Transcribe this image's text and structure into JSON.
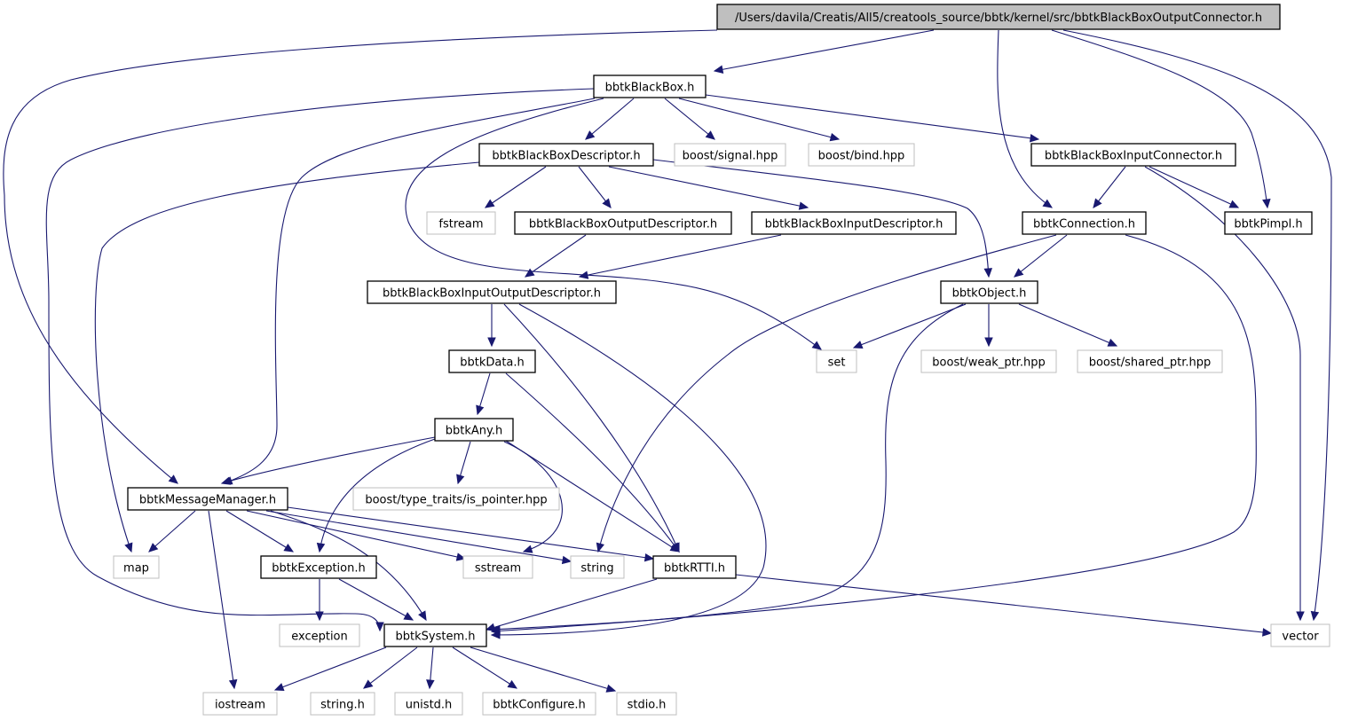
{
  "diagram": {
    "type": "include-dependency-graph",
    "colors": {
      "edge": "#191970",
      "root_fill": "#bfbfbf",
      "internal_border": "#000000",
      "external_border": "#bfbfbf"
    },
    "nodes": [
      {
        "id": "root",
        "label": "/Users/davila/Creatis/All5/creatools_source/bbtk/kernel/src/bbtkBlackBoxOutputConnector.h",
        "kind": "root"
      },
      {
        "id": "blackbox",
        "label": "bbtkBlackBox.h",
        "kind": "internal"
      },
      {
        "id": "bbdesc",
        "label": "bbtkBlackBoxDescriptor.h",
        "kind": "internal"
      },
      {
        "id": "signal",
        "label": "boost/signal.hpp",
        "kind": "external"
      },
      {
        "id": "bind",
        "label": "boost/bind.hpp",
        "kind": "external"
      },
      {
        "id": "inconn",
        "label": "bbtkBlackBoxInputConnector.h",
        "kind": "internal"
      },
      {
        "id": "fstream",
        "label": "fstream",
        "kind": "external"
      },
      {
        "id": "outdesc",
        "label": "bbtkBlackBoxOutputDescriptor.h",
        "kind": "internal"
      },
      {
        "id": "indesc",
        "label": "bbtkBlackBoxInputDescriptor.h",
        "kind": "internal"
      },
      {
        "id": "connection",
        "label": "bbtkConnection.h",
        "kind": "internal"
      },
      {
        "id": "pimpl",
        "label": "bbtkPimpl.h",
        "kind": "internal"
      },
      {
        "id": "iodesc",
        "label": "bbtkBlackBoxInputOutputDescriptor.h",
        "kind": "internal"
      },
      {
        "id": "object",
        "label": "bbtkObject.h",
        "kind": "internal"
      },
      {
        "id": "data",
        "label": "bbtkData.h",
        "kind": "internal"
      },
      {
        "id": "set",
        "label": "set",
        "kind": "external"
      },
      {
        "id": "weakptr",
        "label": "boost/weak_ptr.hpp",
        "kind": "external"
      },
      {
        "id": "sharedptr",
        "label": "boost/shared_ptr.hpp",
        "kind": "external"
      },
      {
        "id": "any",
        "label": "bbtkAny.h",
        "kind": "internal"
      },
      {
        "id": "msgmgr",
        "label": "bbtkMessageManager.h",
        "kind": "internal"
      },
      {
        "id": "typetraits",
        "label": "boost/type_traits/is_pointer.hpp",
        "kind": "external"
      },
      {
        "id": "map",
        "label": "map",
        "kind": "external"
      },
      {
        "id": "exception_h",
        "label": "bbtkException.h",
        "kind": "internal"
      },
      {
        "id": "sstream",
        "label": "sstream",
        "kind": "external"
      },
      {
        "id": "string",
        "label": "string",
        "kind": "external"
      },
      {
        "id": "rtti",
        "label": "bbtkRTTI.h",
        "kind": "internal"
      },
      {
        "id": "exception",
        "label": "exception",
        "kind": "external"
      },
      {
        "id": "system",
        "label": "bbtkSystem.h",
        "kind": "internal"
      },
      {
        "id": "vector",
        "label": "vector",
        "kind": "external"
      },
      {
        "id": "iostream",
        "label": "iostream",
        "kind": "external"
      },
      {
        "id": "stringh",
        "label": "string.h",
        "kind": "external"
      },
      {
        "id": "unistd",
        "label": "unistd.h",
        "kind": "external"
      },
      {
        "id": "configure",
        "label": "bbtkConfigure.h",
        "kind": "external"
      },
      {
        "id": "stdio",
        "label": "stdio.h",
        "kind": "external"
      }
    ],
    "edges": [
      [
        "root",
        "blackbox"
      ],
      [
        "root",
        "msgmgr"
      ],
      [
        "root",
        "connection"
      ],
      [
        "root",
        "pimpl"
      ],
      [
        "root",
        "vector"
      ],
      [
        "blackbox",
        "bbdesc"
      ],
      [
        "blackbox",
        "signal"
      ],
      [
        "blackbox",
        "bind"
      ],
      [
        "blackbox",
        "inconn"
      ],
      [
        "blackbox",
        "msgmgr"
      ],
      [
        "blackbox",
        "system"
      ],
      [
        "blackbox",
        "set"
      ],
      [
        "bbdesc",
        "fstream"
      ],
      [
        "bbdesc",
        "outdesc"
      ],
      [
        "bbdesc",
        "indesc"
      ],
      [
        "bbdesc",
        "object"
      ],
      [
        "bbdesc",
        "map"
      ],
      [
        "inconn",
        "connection"
      ],
      [
        "inconn",
        "pimpl"
      ],
      [
        "inconn",
        "vector"
      ],
      [
        "outdesc",
        "iodesc"
      ],
      [
        "indesc",
        "iodesc"
      ],
      [
        "connection",
        "object"
      ],
      [
        "connection",
        "string"
      ],
      [
        "connection",
        "system"
      ],
      [
        "iodesc",
        "data"
      ],
      [
        "iodesc",
        "rtti"
      ],
      [
        "iodesc",
        "system"
      ],
      [
        "object",
        "set"
      ],
      [
        "object",
        "weakptr"
      ],
      [
        "object",
        "sharedptr"
      ],
      [
        "object",
        "system"
      ],
      [
        "data",
        "any"
      ],
      [
        "data",
        "rtti"
      ],
      [
        "any",
        "msgmgr"
      ],
      [
        "any",
        "typetraits"
      ],
      [
        "any",
        "exception_h"
      ],
      [
        "any",
        "sstream"
      ],
      [
        "any",
        "rtti"
      ],
      [
        "msgmgr",
        "map"
      ],
      [
        "msgmgr",
        "exception_h"
      ],
      [
        "msgmgr",
        "sstream"
      ],
      [
        "msgmgr",
        "string"
      ],
      [
        "msgmgr",
        "rtti"
      ],
      [
        "msgmgr",
        "system"
      ],
      [
        "msgmgr",
        "iostream"
      ],
      [
        "exception_h",
        "exception"
      ],
      [
        "exception_h",
        "system"
      ],
      [
        "rtti",
        "system"
      ],
      [
        "rtti",
        "vector"
      ],
      [
        "system",
        "iostream"
      ],
      [
        "system",
        "stringh"
      ],
      [
        "system",
        "unistd"
      ],
      [
        "system",
        "configure"
      ],
      [
        "system",
        "stdio"
      ]
    ]
  }
}
